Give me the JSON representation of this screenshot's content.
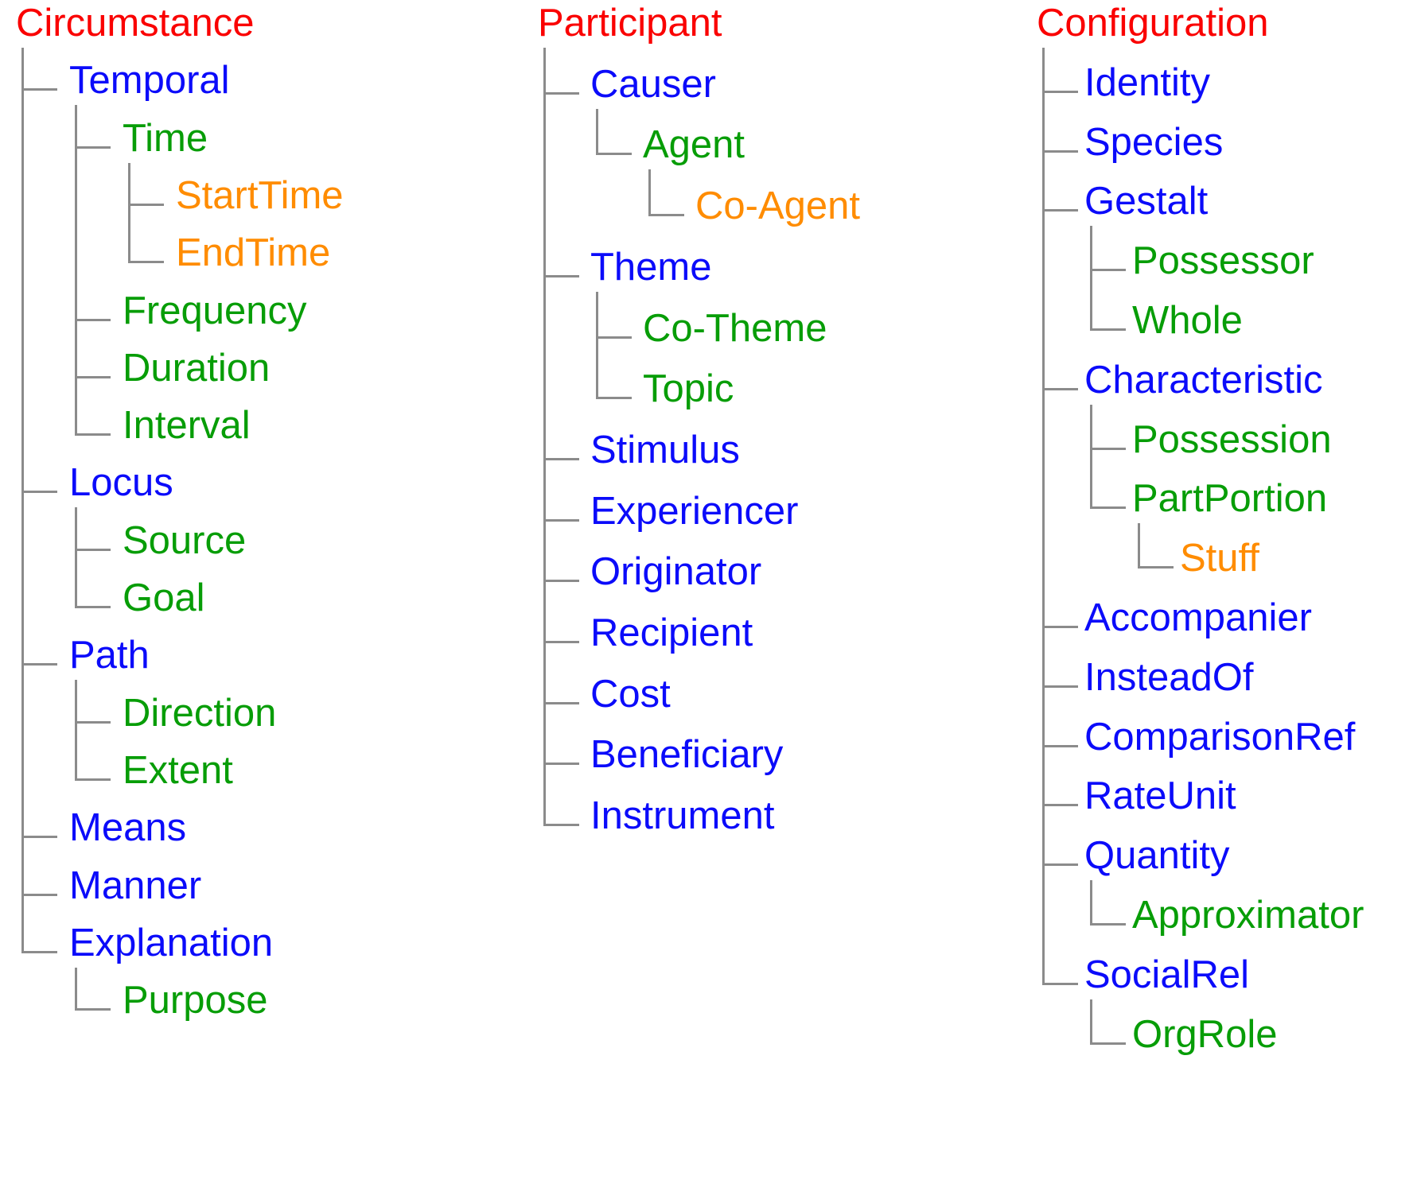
{
  "diagram_title": "",
  "colors": {
    "depth0": "#fa0000",
    "depth1": "#0b0bfa",
    "depth2": "#079d07",
    "depth3": "#ff8c00",
    "line": "#8b8b8b"
  },
  "trees": [
    {
      "label": "Circumstance",
      "children": [
        {
          "label": "Temporal",
          "children": [
            {
              "label": "Time",
              "children": [
                {
                  "label": "StartTime"
                },
                {
                  "label": "EndTime"
                }
              ]
            },
            {
              "label": "Frequency"
            },
            {
              "label": "Duration"
            },
            {
              "label": "Interval"
            }
          ]
        },
        {
          "label": "Locus",
          "children": [
            {
              "label": "Source"
            },
            {
              "label": "Goal"
            }
          ]
        },
        {
          "label": "Path",
          "children": [
            {
              "label": "Direction"
            },
            {
              "label": "Extent"
            }
          ]
        },
        {
          "label": "Means"
        },
        {
          "label": "Manner"
        },
        {
          "label": "Explanation",
          "children": [
            {
              "label": "Purpose"
            }
          ]
        }
      ]
    },
    {
      "label": "Participant",
      "children": [
        {
          "label": "Causer",
          "children": [
            {
              "label": "Agent",
              "children": [
                {
                  "label": "Co-Agent"
                }
              ]
            }
          ]
        },
        {
          "label": "Theme",
          "children": [
            {
              "label": "Co-Theme"
            },
            {
              "label": "Topic"
            }
          ]
        },
        {
          "label": "Stimulus"
        },
        {
          "label": "Experiencer"
        },
        {
          "label": "Originator"
        },
        {
          "label": "Recipient"
        },
        {
          "label": "Cost"
        },
        {
          "label": "Beneficiary"
        },
        {
          "label": "Instrument"
        }
      ]
    },
    {
      "label": "Configuration",
      "children": [
        {
          "label": "Identity"
        },
        {
          "label": "Species"
        },
        {
          "label": "Gestalt",
          "children": [
            {
              "label": "Possessor"
            },
            {
              "label": "Whole"
            }
          ]
        },
        {
          "label": "Characteristic",
          "children": [
            {
              "label": "Possession"
            },
            {
              "label": "PartPortion",
              "children": [
                {
                  "label": "Stuff"
                }
              ]
            }
          ]
        },
        {
          "label": "Accompanier"
        },
        {
          "label": "InsteadOf"
        },
        {
          "label": "ComparisonRef"
        },
        {
          "label": "RateUnit"
        },
        {
          "label": "Quantity",
          "children": [
            {
              "label": "Approximator"
            }
          ]
        },
        {
          "label": "SocialRel",
          "children": [
            {
              "label": "OrgRole"
            }
          ]
        }
      ]
    }
  ]
}
